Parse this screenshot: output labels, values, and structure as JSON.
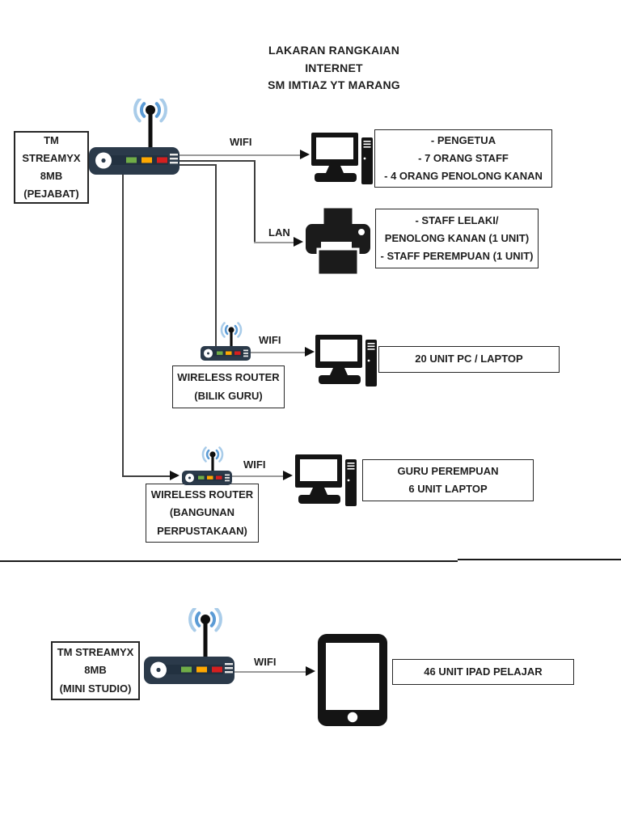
{
  "title": "LAKARAN RANGKAIAN\nINTERNET\nSM IMTIAZ YT MARANG",
  "nodes": {
    "office_source": "TM\nSTREAMYX\n8MB\n(PEJABAT)",
    "office_users": "- PENGETUA\n- 7 ORANG STAFF\n- 4 ORANG PENOLONG KANAN",
    "printer_users": "- STAFF LELAKI/\nPENOLONG KANAN (1 UNIT)\n- STAFF PEREMPUAN (1 UNIT)",
    "router_bilik_guru": "WIRELESS ROUTER\n(BILIK GURU)",
    "bilik_guru_devices": "20 UNIT PC / LAPTOP",
    "router_perpustakaan": "WIRELESS ROUTER\n(BANGUNAN\nPERPUSTAKAAN)",
    "perpustakaan_devices": "GURU PEREMPUAN\n6 UNIT LAPTOP",
    "studio_source": "TM STREAMYX\n8MB\n(MINI STUDIO)",
    "studio_devices": "46 UNIT IPAD PELAJAR"
  },
  "connection_labels": {
    "wifi_office": "WIFI",
    "lan_office": "LAN",
    "wifi_bilik_guru": "WIFI",
    "wifi_perpustakaan": "WIFI",
    "wifi_studio": "WIFI"
  },
  "colors": {
    "router_body": "#2b3a4a",
    "router_stripe": "#223140",
    "indicator_green": "#70ad47",
    "indicator_amber": "#ffa800",
    "indicator_red": "#d51f1f",
    "wifi_wave_blue": "#5b9bd5",
    "wifi_wave_blue_light": "#a9cce9",
    "device_black": "#141414",
    "line_gray": "#9a9a9a",
    "line_dark": "#3f3f3f",
    "box_border": "#262626",
    "text": "#1f1f1f",
    "background": "#ffffff"
  }
}
